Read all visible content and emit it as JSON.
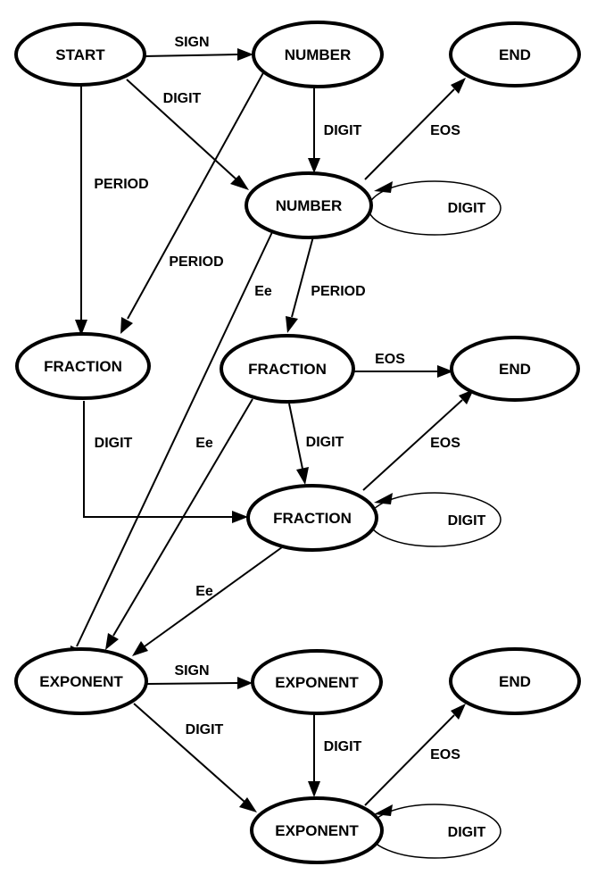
{
  "colors": {
    "stroke": "#000000",
    "fill": "#ffffff"
  },
  "nodes": {
    "start": "START",
    "number_1": "NUMBER",
    "end_1": "END",
    "number_2": "NUMBER",
    "fraction_1": "FRACTION",
    "fraction_2": "FRACTION",
    "end_2": "END",
    "fraction_3": "FRACTION",
    "exponent_1": "EXPONENT",
    "exponent_2": "EXPONENT",
    "end_3": "END",
    "exponent_3": "EXPONENT"
  },
  "edges": {
    "start_number1": "SIGN",
    "start_number2": "DIGIT",
    "start_fraction1": "PERIOD",
    "number1_number2": "DIGIT",
    "number1_fraction1": "PERIOD",
    "number2_end1": "EOS",
    "number2_loop": "DIGIT",
    "number2_fraction2": "PERIOD",
    "number2_exponent1": "Ee",
    "fraction2_end2": "EOS",
    "fraction1_fraction3": "DIGIT",
    "fraction2_fraction3": "DIGIT",
    "fraction2_exponent1": "Ee",
    "fraction3_end2": "EOS",
    "fraction3_loop": "DIGIT",
    "fraction3_exponent1": "Ee",
    "exponent1_exponent2": "SIGN",
    "exponent1_exponent3": "DIGIT",
    "exponent2_exponent3": "DIGIT",
    "exponent3_end3": "EOS",
    "exponent3_loop": "DIGIT"
  }
}
